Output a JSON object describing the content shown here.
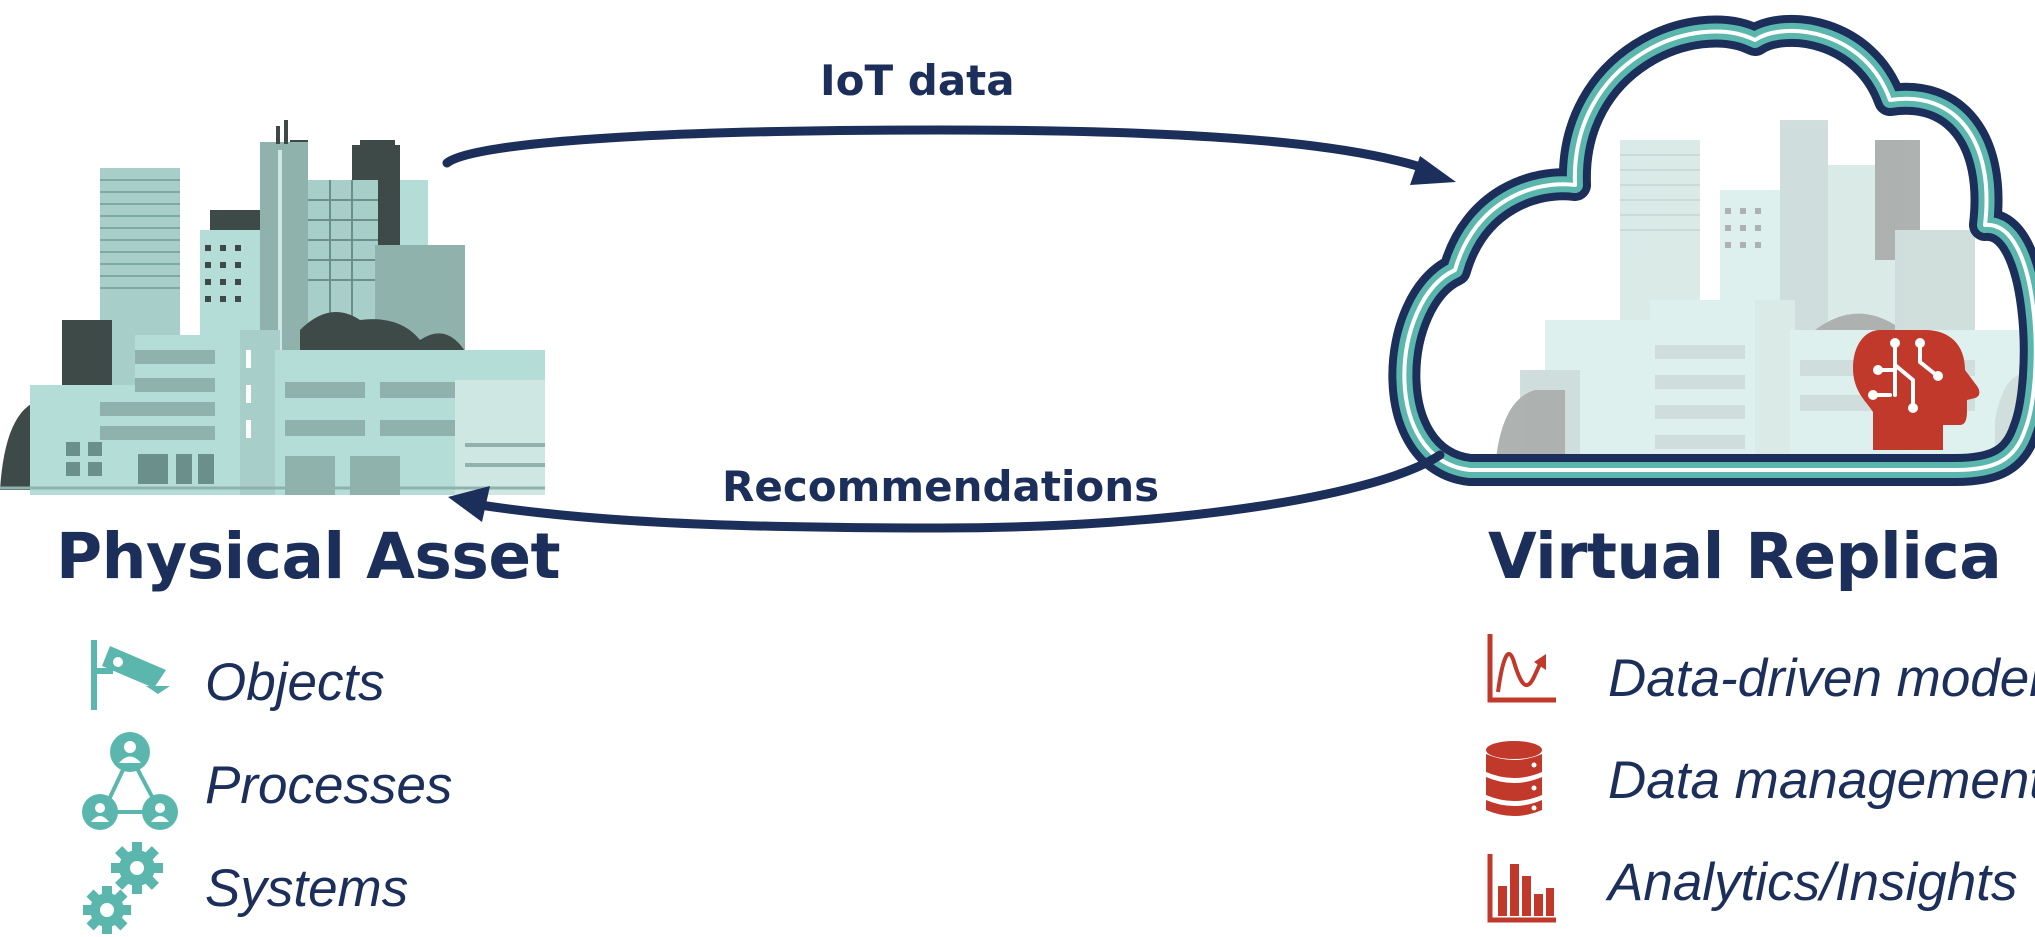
{
  "diagram": {
    "arrow_top_label": "IoT data",
    "arrow_bottom_label": "Recommendations",
    "left": {
      "heading": "Physical Asset",
      "items": [
        {
          "label": "Objects",
          "icon": "camera-icon"
        },
        {
          "label": "Processes",
          "icon": "people-network-icon"
        },
        {
          "label": "Systems",
          "icon": "gears-icon"
        }
      ]
    },
    "right": {
      "heading": "Virtual Replica",
      "items": [
        {
          "label": "Data-driven models",
          "icon": "model-curve-icon"
        },
        {
          "label": "Data management",
          "icon": "database-icon"
        },
        {
          "label": "Analytics/Insights",
          "icon": "bar-chart-icon"
        }
      ]
    }
  },
  "colors": {
    "navy": "#1c2f5a",
    "teal": "#5bb7ad",
    "light_teal": "#b3ddd6",
    "dark_gray": "#3e4a48",
    "red": "#c0392b"
  }
}
